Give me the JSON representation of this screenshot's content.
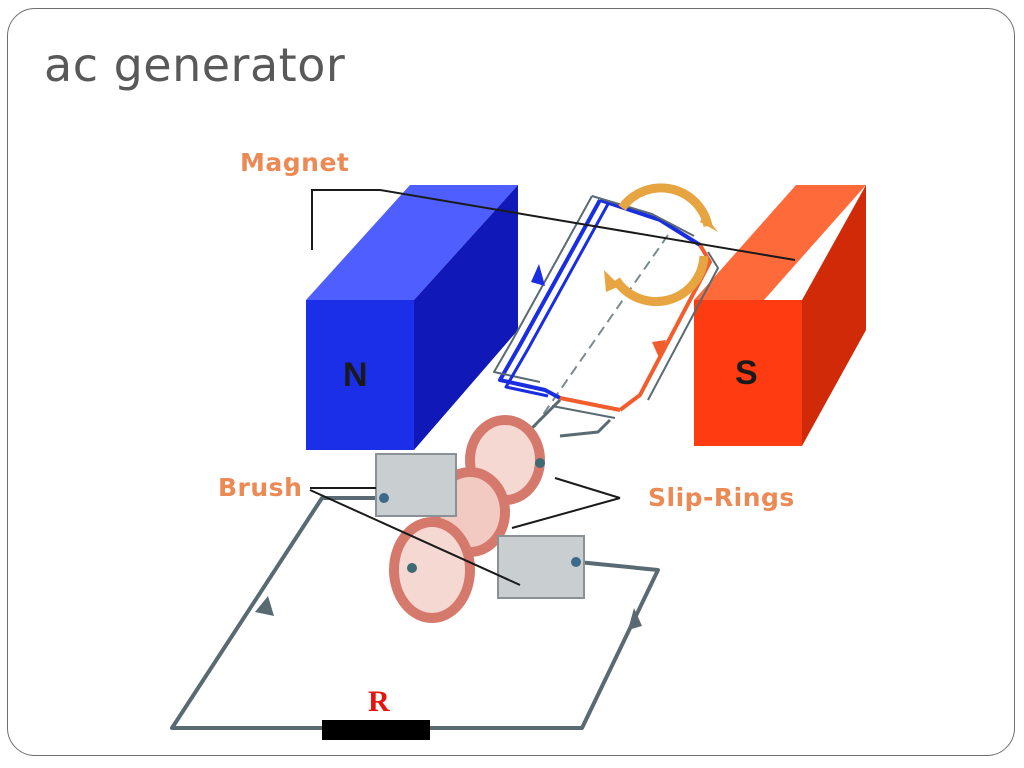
{
  "slide": {
    "title": "ac generator"
  },
  "diagram": {
    "labels": {
      "magnet": "Magnet",
      "brush": "Brush",
      "slip_rings": "Slip-Rings",
      "north": "N",
      "south": "S",
      "resistor": "R"
    },
    "colors": {
      "north_pole": "#1b2ee8",
      "south_pole": "#ff3b12",
      "label": "#ec8a55",
      "rotation_arrow": "#e7a542",
      "circuit_wire": "#5a6a72",
      "slip_ring": "#d6796d",
      "resistor": "#000000",
      "resistor_label": "#e3150f"
    }
  }
}
